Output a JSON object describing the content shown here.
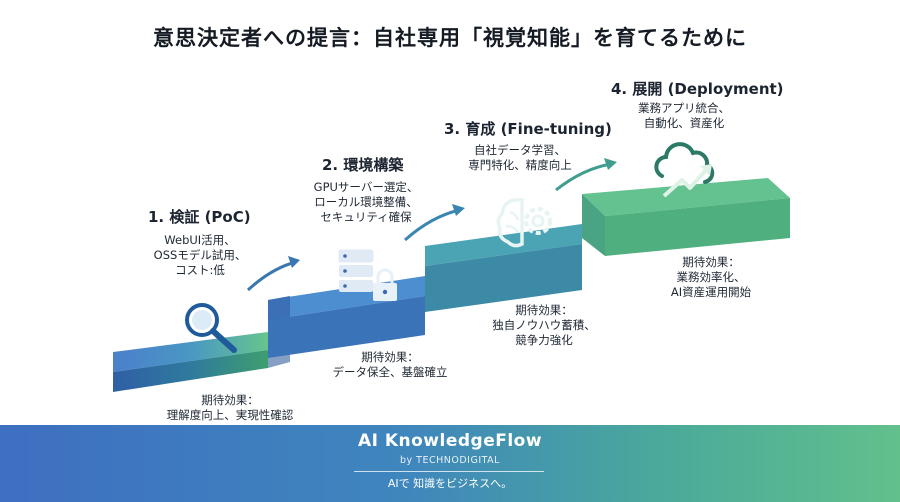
{
  "title": "意思決定者への提言：自社専用「視覚知能」を育てるために",
  "stages": [
    {
      "title": "1. 検証 (PoC)",
      "desc": [
        "WebUI活用、",
        "OSSモデル試用、",
        "コスト:低"
      ],
      "effect_label": "期待効果：",
      "effect": [
        "理解度向上、実現性確認"
      ],
      "icon": "magnifier-icon"
    },
    {
      "title": "2. 環境構築",
      "desc": [
        "GPUサーバー選定、",
        "ローカル環境整備、",
        "セキュリティ確保"
      ],
      "effect_label": "期待効果：",
      "effect": [
        "データ保全、基盤確立"
      ],
      "icon": "server-lock-icon"
    },
    {
      "title": "3. 育成 (Fine-tuning)",
      "desc": [
        "自社データ学習、",
        "専門特化、精度向上"
      ],
      "effect_label": "期待効果：",
      "effect": [
        "独自ノウハウ蓄積、",
        "競争力強化"
      ],
      "icon": "brain-gear-icon"
    },
    {
      "title": "4. 展開 (Deployment)",
      "desc": [
        "業務アプリ統合、",
        "自動化、資産化"
      ],
      "effect_label": "期待効果：",
      "effect": [
        "業務効率化、",
        "AI資産運用開始"
      ],
      "icon": "cloud-growth-icon"
    }
  ],
  "footer": {
    "brand": "AI KnowledgeFlow",
    "by": "by TECHNODIGITAL",
    "tagline": "AIで 知識をビジネスへ。"
  },
  "colors": {
    "step1": "#4d82c9",
    "step2": "#4a8fcc",
    "step3": "#4aa7b1",
    "step4": "#5cbf8b",
    "arrow": "#3a77b0"
  }
}
